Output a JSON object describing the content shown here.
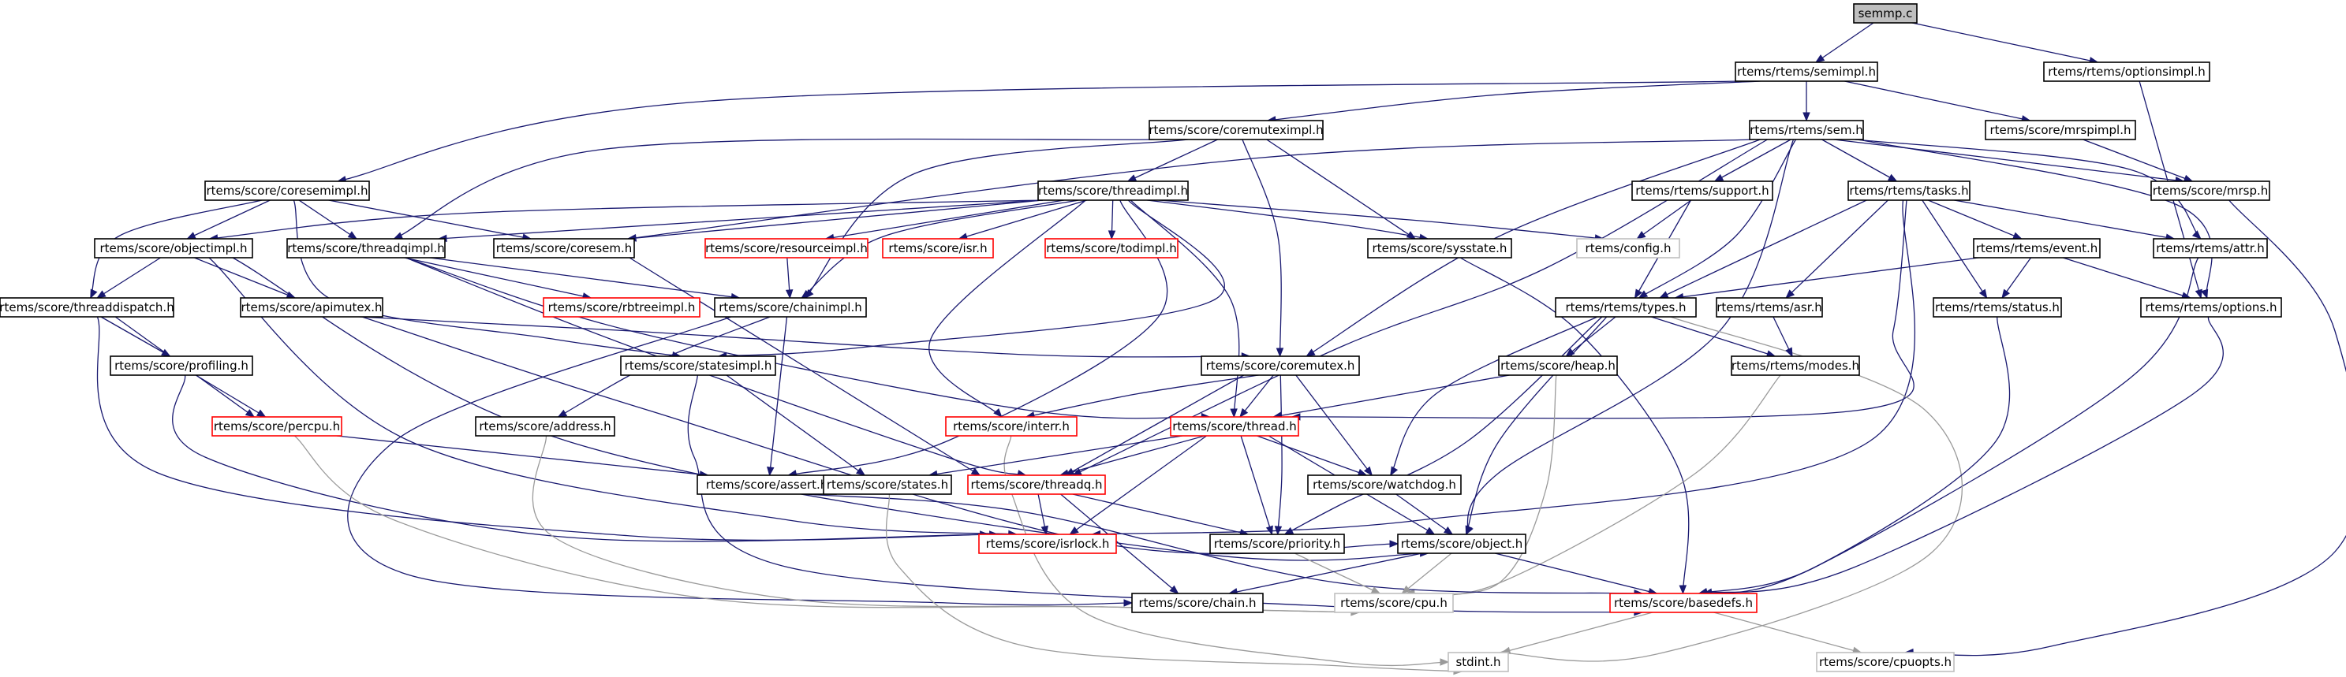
{
  "graph": {
    "colors": {
      "edge": "#191970",
      "edge_system": "#9a9a9a",
      "node_border": "#000000",
      "node_border_incomplete": "#ff0000",
      "node_border_system": "#bfbfbf",
      "root_fill": "#bfbfbf"
    },
    "nodes": [
      {
        "id": "root",
        "label": "semmp.c",
        "kind": "root"
      },
      {
        "id": "semimpl",
        "label": "rtems/rtems/semimpl.h",
        "kind": "black"
      },
      {
        "id": "optionsimpl",
        "label": "rtems/rtems/optionsimpl.h",
        "kind": "black"
      },
      {
        "id": "coremuteximpl",
        "label": "rtems/score/coremuteximpl.h",
        "kind": "black"
      },
      {
        "id": "sem",
        "label": "rtems/rtems/sem.h",
        "kind": "black"
      },
      {
        "id": "mrspimpl",
        "label": "rtems/score/mrspimpl.h",
        "kind": "black"
      },
      {
        "id": "coresemimpl",
        "label": "rtems/score/coresemimpl.h",
        "kind": "black"
      },
      {
        "id": "threadimpl",
        "label": "rtems/score/threadimpl.h",
        "kind": "black"
      },
      {
        "id": "support",
        "label": "rtems/rtems/support.h",
        "kind": "black"
      },
      {
        "id": "tasks",
        "label": "rtems/rtems/tasks.h",
        "kind": "black"
      },
      {
        "id": "mrsp",
        "label": "rtems/score/mrsp.h",
        "kind": "black"
      },
      {
        "id": "objectimpl",
        "label": "rtems/score/objectimpl.h",
        "kind": "black"
      },
      {
        "id": "threadqimpl",
        "label": "rtems/score/threadqimpl.h",
        "kind": "black"
      },
      {
        "id": "coresem",
        "label": "rtems/score/coresem.h",
        "kind": "black"
      },
      {
        "id": "resourceimpl",
        "label": "rtems/score/resourceimpl.h",
        "kind": "red"
      },
      {
        "id": "isr",
        "label": "rtems/score/isr.h",
        "kind": "red"
      },
      {
        "id": "todimpl",
        "label": "rtems/score/todimpl.h",
        "kind": "red"
      },
      {
        "id": "sysstate",
        "label": "rtems/score/sysstate.h",
        "kind": "black"
      },
      {
        "id": "config",
        "label": "rtems/config.h",
        "kind": "grey"
      },
      {
        "id": "event",
        "label": "rtems/rtems/event.h",
        "kind": "black"
      },
      {
        "id": "attr",
        "label": "rtems/rtems/attr.h",
        "kind": "black"
      },
      {
        "id": "threaddispatch",
        "label": "rtems/score/threaddispatch.h",
        "kind": "black"
      },
      {
        "id": "apimutex",
        "label": "rtems/score/apimutex.h",
        "kind": "black"
      },
      {
        "id": "rbtreeimpl",
        "label": "rtems/score/rbtreeimpl.h",
        "kind": "red"
      },
      {
        "id": "chainimpl",
        "label": "rtems/score/chainimpl.h",
        "kind": "black"
      },
      {
        "id": "types",
        "label": "rtems/rtems/types.h",
        "kind": "black"
      },
      {
        "id": "asr",
        "label": "rtems/rtems/asr.h",
        "kind": "black"
      },
      {
        "id": "status",
        "label": "rtems/rtems/status.h",
        "kind": "black"
      },
      {
        "id": "options",
        "label": "rtems/rtems/options.h",
        "kind": "black"
      },
      {
        "id": "profiling",
        "label": "rtems/score/profiling.h",
        "kind": "black"
      },
      {
        "id": "statesimpl",
        "label": "rtems/score/statesimpl.h",
        "kind": "black"
      },
      {
        "id": "coremutex",
        "label": "rtems/score/coremutex.h",
        "kind": "black"
      },
      {
        "id": "heap",
        "label": "rtems/score/heap.h",
        "kind": "black"
      },
      {
        "id": "modes",
        "label": "rtems/rtems/modes.h",
        "kind": "black"
      },
      {
        "id": "percpu",
        "label": "rtems/score/percpu.h",
        "kind": "red"
      },
      {
        "id": "address",
        "label": "rtems/score/address.h",
        "kind": "black"
      },
      {
        "id": "interr",
        "label": "rtems/score/interr.h",
        "kind": "red"
      },
      {
        "id": "thread",
        "label": "rtems/score/thread.h",
        "kind": "red"
      },
      {
        "id": "assert",
        "label": "rtems/score/assert.h",
        "kind": "black"
      },
      {
        "id": "states",
        "label": "rtems/score/states.h",
        "kind": "black"
      },
      {
        "id": "threadq",
        "label": "rtems/score/threadq.h",
        "kind": "red"
      },
      {
        "id": "watchdog",
        "label": "rtems/score/watchdog.h",
        "kind": "black"
      },
      {
        "id": "isrlock",
        "label": "rtems/score/isrlock.h",
        "kind": "red"
      },
      {
        "id": "priority",
        "label": "rtems/score/priority.h",
        "kind": "black"
      },
      {
        "id": "object",
        "label": "rtems/score/object.h",
        "kind": "black"
      },
      {
        "id": "chain",
        "label": "rtems/score/chain.h",
        "kind": "black"
      },
      {
        "id": "cpu",
        "label": "rtems/score/cpu.h",
        "kind": "grey"
      },
      {
        "id": "basedefs",
        "label": "rtems/score/basedefs.h",
        "kind": "red"
      },
      {
        "id": "stdint",
        "label": "stdint.h",
        "kind": "grey"
      },
      {
        "id": "cpuopts",
        "label": "rtems/score/cpuopts.h",
        "kind": "grey"
      }
    ],
    "edges": [
      {
        "from": "root",
        "to": "semimpl"
      },
      {
        "from": "root",
        "to": "optionsimpl"
      },
      {
        "from": "semimpl",
        "to": "coremuteximpl"
      },
      {
        "from": "semimpl",
        "to": "sem"
      },
      {
        "from": "semimpl",
        "to": "mrspimpl"
      },
      {
        "from": "semimpl",
        "to": "coresemimpl"
      },
      {
        "from": "optionsimpl",
        "to": "options"
      },
      {
        "from": "coremuteximpl",
        "to": "threadimpl"
      },
      {
        "from": "coremuteximpl",
        "to": "threadqimpl"
      },
      {
        "from": "coremuteximpl",
        "to": "chainimpl"
      },
      {
        "from": "coremuteximpl",
        "to": "sysstate"
      },
      {
        "from": "coremuteximpl",
        "to": "coremutex"
      },
      {
        "from": "sem",
        "to": "support"
      },
      {
        "from": "sem",
        "to": "tasks"
      },
      {
        "from": "sem",
        "to": "mrsp"
      },
      {
        "from": "sem",
        "to": "attr"
      },
      {
        "from": "sem",
        "to": "options"
      },
      {
        "from": "sem",
        "to": "types"
      },
      {
        "from": "sem",
        "to": "coremutex"
      },
      {
        "from": "sem",
        "to": "coresem"
      },
      {
        "from": "sem",
        "to": "threadq"
      },
      {
        "from": "sem",
        "to": "object"
      },
      {
        "from": "mrspimpl",
        "to": "mrsp"
      },
      {
        "from": "coresemimpl",
        "to": "objectimpl"
      },
      {
        "from": "coresemimpl",
        "to": "threadqimpl"
      },
      {
        "from": "coresemimpl",
        "to": "coresem"
      },
      {
        "from": "coresemimpl",
        "to": "threaddispatch"
      },
      {
        "from": "coresemimpl",
        "to": "statesimpl"
      },
      {
        "from": "threadimpl",
        "to": "threadqimpl"
      },
      {
        "from": "threadimpl",
        "to": "objectimpl"
      },
      {
        "from": "threadimpl",
        "to": "coresem"
      },
      {
        "from": "threadimpl",
        "to": "resourceimpl"
      },
      {
        "from": "threadimpl",
        "to": "isr"
      },
      {
        "from": "threadimpl",
        "to": "todimpl"
      },
      {
        "from": "threadimpl",
        "to": "sysstate"
      },
      {
        "from": "threadimpl",
        "to": "config"
      },
      {
        "from": "threadimpl",
        "to": "chainimpl"
      },
      {
        "from": "threadimpl",
        "to": "statesimpl"
      },
      {
        "from": "threadimpl",
        "to": "interr"
      },
      {
        "from": "threadimpl",
        "to": "thread"
      },
      {
        "from": "threadimpl",
        "to": "assert"
      },
      {
        "from": "support",
        "to": "config"
      },
      {
        "from": "support",
        "to": "types"
      },
      {
        "from": "tasks",
        "to": "types"
      },
      {
        "from": "tasks",
        "to": "event"
      },
      {
        "from": "tasks",
        "to": "attr"
      },
      {
        "from": "tasks",
        "to": "asr"
      },
      {
        "from": "tasks",
        "to": "status"
      },
      {
        "from": "tasks",
        "to": "thread"
      },
      {
        "from": "tasks",
        "to": "isrlock"
      },
      {
        "from": "mrsp",
        "to": "cpuopts"
      },
      {
        "from": "objectimpl",
        "to": "threaddispatch"
      },
      {
        "from": "objectimpl",
        "to": "apimutex"
      },
      {
        "from": "objectimpl",
        "to": "isrlock"
      },
      {
        "from": "objectimpl",
        "to": "object"
      },
      {
        "from": "threadqimpl",
        "to": "chainimpl"
      },
      {
        "from": "threadqimpl",
        "to": "rbtreeimpl"
      },
      {
        "from": "threadqimpl",
        "to": "threadq"
      },
      {
        "from": "threadqimpl",
        "to": "thread"
      },
      {
        "from": "coresem",
        "to": "threadq"
      },
      {
        "from": "resourceimpl",
        "to": "chainimpl"
      },
      {
        "from": "sysstate",
        "to": "basedefs"
      },
      {
        "from": "event",
        "to": "types"
      },
      {
        "from": "event",
        "to": "status"
      },
      {
        "from": "event",
        "to": "options"
      },
      {
        "from": "attr",
        "to": "basedefs"
      },
      {
        "from": "threaddispatch",
        "to": "profiling"
      },
      {
        "from": "threaddispatch",
        "to": "percpu"
      },
      {
        "from": "threaddispatch",
        "to": "isrlock"
      },
      {
        "from": "apimutex",
        "to": "coremutex"
      },
      {
        "from": "apimutex",
        "to": "object"
      },
      {
        "from": "chainimpl",
        "to": "address"
      },
      {
        "from": "chainimpl",
        "to": "assert"
      },
      {
        "from": "chainimpl",
        "to": "chain"
      },
      {
        "from": "types",
        "to": "heap"
      },
      {
        "from": "types",
        "to": "modes"
      },
      {
        "from": "types",
        "to": "object"
      },
      {
        "from": "types",
        "to": "priority"
      },
      {
        "from": "types",
        "to": "watchdog"
      },
      {
        "from": "types",
        "to": "stdint",
        "system": true
      },
      {
        "from": "asr",
        "to": "modes"
      },
      {
        "from": "status",
        "to": "basedefs"
      },
      {
        "from": "options",
        "to": "basedefs"
      },
      {
        "from": "profiling",
        "to": "percpu"
      },
      {
        "from": "profiling",
        "to": "isrlock"
      },
      {
        "from": "statesimpl",
        "to": "states"
      },
      {
        "from": "statesimpl",
        "to": "basedefs"
      },
      {
        "from": "coremutex",
        "to": "thread"
      },
      {
        "from": "coremutex",
        "to": "threadq"
      },
      {
        "from": "coremutex",
        "to": "watchdog"
      },
      {
        "from": "coremutex",
        "to": "interr"
      },
      {
        "from": "coremutex",
        "to": "priority"
      },
      {
        "from": "heap",
        "to": "thread"
      },
      {
        "from": "heap",
        "to": "cpu",
        "system": true
      },
      {
        "from": "modes",
        "to": "cpu",
        "system": true
      },
      {
        "from": "percpu",
        "to": "assert"
      },
      {
        "from": "percpu",
        "to": "cpu",
        "system": true
      },
      {
        "from": "address",
        "to": "cpu",
        "system": true
      },
      {
        "from": "interr",
        "to": "stdint",
        "system": true
      },
      {
        "from": "thread",
        "to": "threadq"
      },
      {
        "from": "thread",
        "to": "states"
      },
      {
        "from": "thread",
        "to": "watchdog"
      },
      {
        "from": "thread",
        "to": "isrlock"
      },
      {
        "from": "thread",
        "to": "priority"
      },
      {
        "from": "thread",
        "to": "object"
      },
      {
        "from": "assert",
        "to": "basedefs"
      },
      {
        "from": "states",
        "to": "stdint",
        "system": true
      },
      {
        "from": "threadq",
        "to": "isrlock"
      },
      {
        "from": "threadq",
        "to": "priority"
      },
      {
        "from": "threadq",
        "to": "chain"
      },
      {
        "from": "watchdog",
        "to": "object"
      },
      {
        "from": "priority",
        "to": "cpu",
        "system": true
      },
      {
        "from": "object",
        "to": "chain"
      },
      {
        "from": "object",
        "to": "cpu",
        "system": true
      },
      {
        "from": "object",
        "to": "basedefs"
      },
      {
        "from": "basedefs",
        "to": "stdint",
        "system": true
      },
      {
        "from": "basedefs",
        "to": "cpuopts",
        "system": true
      }
    ]
  }
}
